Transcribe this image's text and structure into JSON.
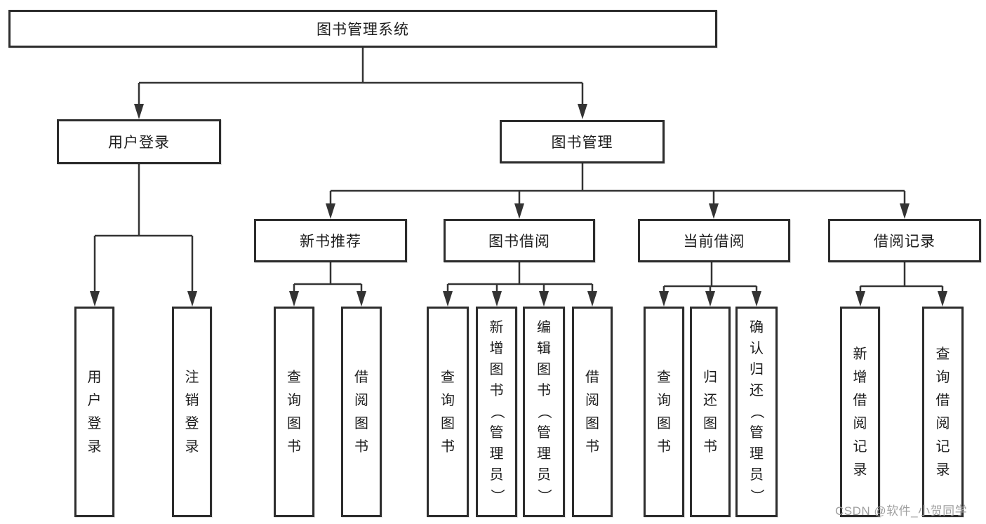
{
  "diagram": {
    "label": "图书管理系统",
    "children": [
      {
        "label": "用户登录",
        "children": [
          {
            "label": "用户登录"
          },
          {
            "label": "注销登录"
          }
        ]
      },
      {
        "label": "图书管理",
        "children": [
          {
            "label": "新书推荐",
            "children": [
              {
                "label": "查询图书"
              },
              {
                "label": "借阅图书"
              }
            ]
          },
          {
            "label": "图书借阅",
            "children": [
              {
                "label": "查询图书"
              },
              {
                "label": "新增图书（管理员）"
              },
              {
                "label": "编辑图书（管理员）"
              },
              {
                "label": "借阅图书"
              }
            ]
          },
          {
            "label": "当前借阅",
            "children": [
              {
                "label": "查询图书"
              },
              {
                "label": "归还图书"
              },
              {
                "label": "确认归还（管理员）"
              }
            ]
          },
          {
            "label": "借阅记录",
            "children": [
              {
                "label": "新增借阅记录"
              },
              {
                "label": "查询借阅记录"
              }
            ]
          }
        ]
      }
    ]
  },
  "watermark": {
    "text": "CSDN @软件_小贺同学"
  },
  "colors": {
    "line": "#333333",
    "box_border": "#2d2d2d",
    "text": "#1d1d1d",
    "watermark": "#a0a0a0",
    "background": "#ffffff"
  }
}
